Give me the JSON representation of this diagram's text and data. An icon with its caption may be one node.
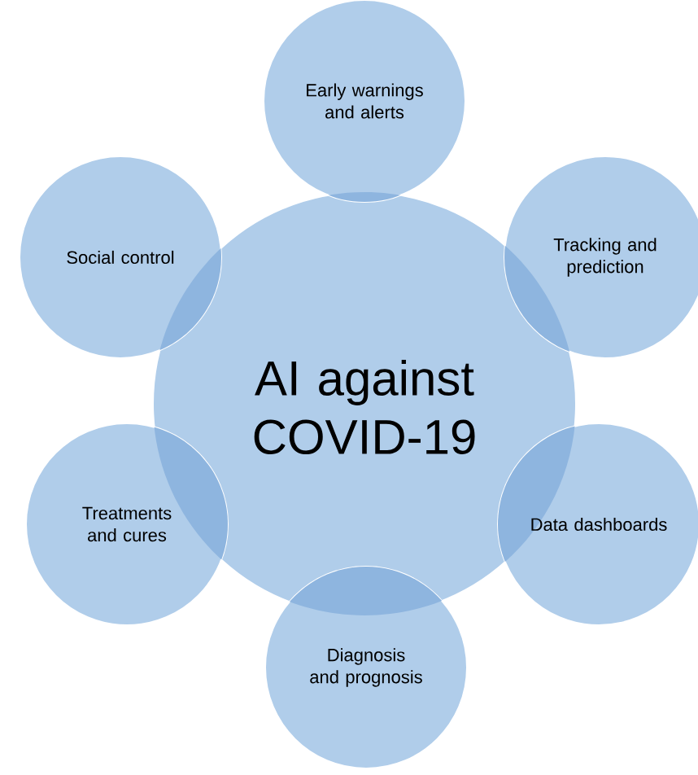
{
  "diagram": {
    "nodes": [
      {
        "text": [
          "AI against COVID-19"
        ]
      },
      {
        "text": [
          "Early warnings and alerts"
        ]
      },
      {
        "text": [
          "Tracking and prediction"
        ]
      },
      {
        "text": [
          "Data dashboards"
        ]
      },
      {
        "text": [
          "Diagnosis and prognosis"
        ]
      },
      {
        "text": [
          "Treatments and cures"
        ]
      },
      {
        "text": [
          "Social control"
        ]
      }
    ]
  }
}
